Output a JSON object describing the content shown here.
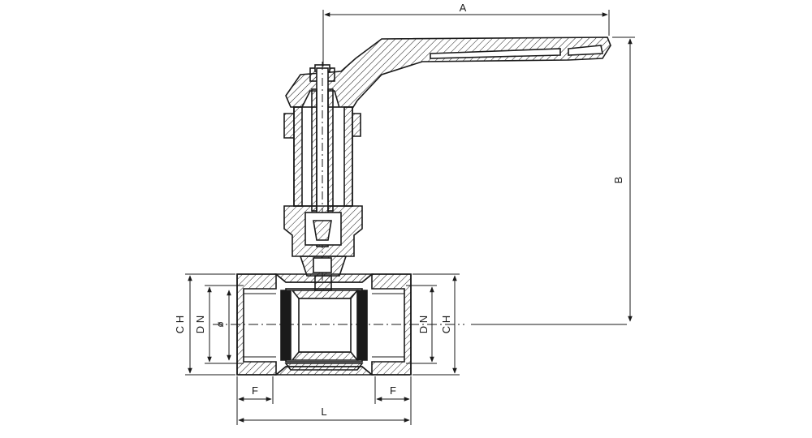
{
  "drawing": {
    "type": "technical drawing",
    "dimensions": {
      "A": "A",
      "B": "B",
      "L": "L",
      "CH_left": "C H",
      "CH_right": "C H",
      "DN_left": "D N",
      "DN_right": "D N",
      "F_left": "F",
      "F_right": "F",
      "diameter": "ø"
    },
    "colors": {
      "line": "#1a1a1a",
      "background": "#ffffff"
    }
  }
}
